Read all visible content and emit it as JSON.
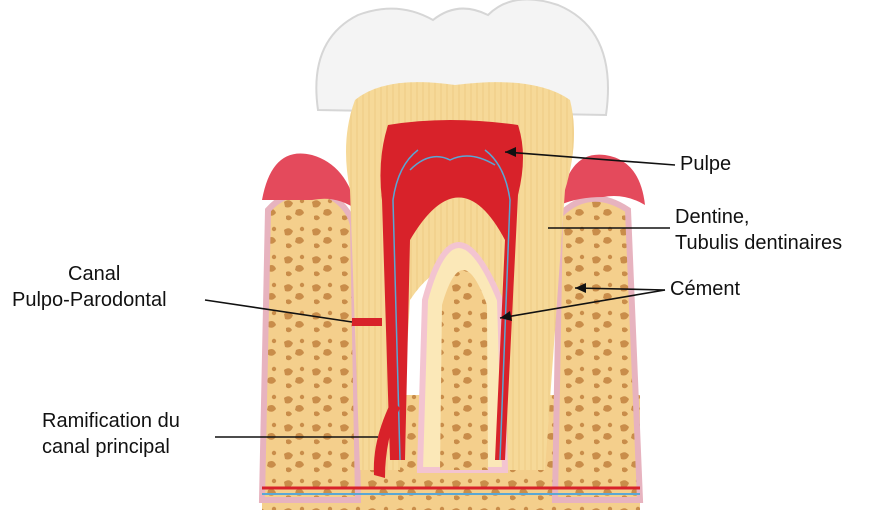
{
  "labels": {
    "pulpe": "Pulpe",
    "dentine_line1": "Dentine,",
    "dentine_line2": "Tubulis dentinaires",
    "cement": "Cément",
    "canal_line1": "Canal",
    "canal_line2": "Pulpo-Parodontal",
    "ramification_line1": "Ramification du",
    "ramification_line2": "canal principal"
  },
  "colors": {
    "enamel": "#f4f4f4",
    "dentin": "#f6d998",
    "dentin_inner": "#fbe8b8",
    "pulp": "#d8222a",
    "gum": "#e44a5c",
    "bone": "#f4cf8c",
    "bone_marrow": "#c98d4a",
    "periodontal": "#f3c4d0",
    "nerve": "#5aa7d4"
  }
}
